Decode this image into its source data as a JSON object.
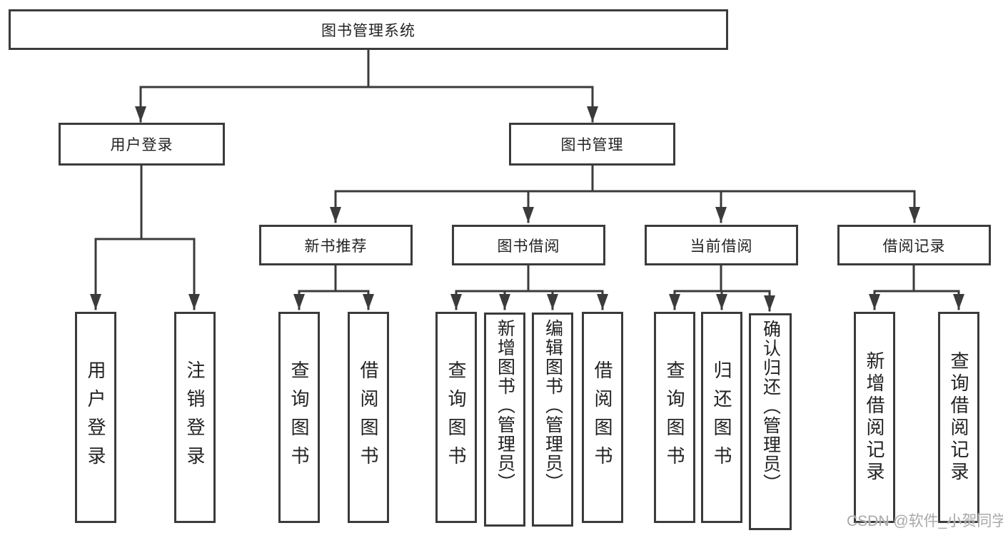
{
  "tree": {
    "root": {
      "label": "图书管理系统"
    },
    "branches": [
      {
        "label": "用户登录",
        "children": [
          "用户登录",
          "注销登录"
        ]
      },
      {
        "label": "图书管理",
        "children": [
          {
            "label": "新书推荐",
            "children": [
              "查询图书",
              "借阅图书"
            ]
          },
          {
            "label": "图书借阅",
            "children": [
              "查询图书",
              "新增图书（管理员）",
              "编辑图书（管理员）",
              "借阅图书"
            ]
          },
          {
            "label": "当前借阅",
            "children": [
              "查询图书",
              "归还图书",
              "确认归还（管理员）"
            ]
          },
          {
            "label": "借阅记录",
            "children": [
              "新增借阅记录",
              "查询借阅记录"
            ]
          }
        ]
      }
    ]
  },
  "watermark": "CSDN @软件_小贺同学",
  "colors": {
    "line": "#3b3b3b",
    "box_border": "#3b3b3b",
    "text": "#222222",
    "watermark": "#a9a9a9",
    "background": "#ffffff"
  }
}
